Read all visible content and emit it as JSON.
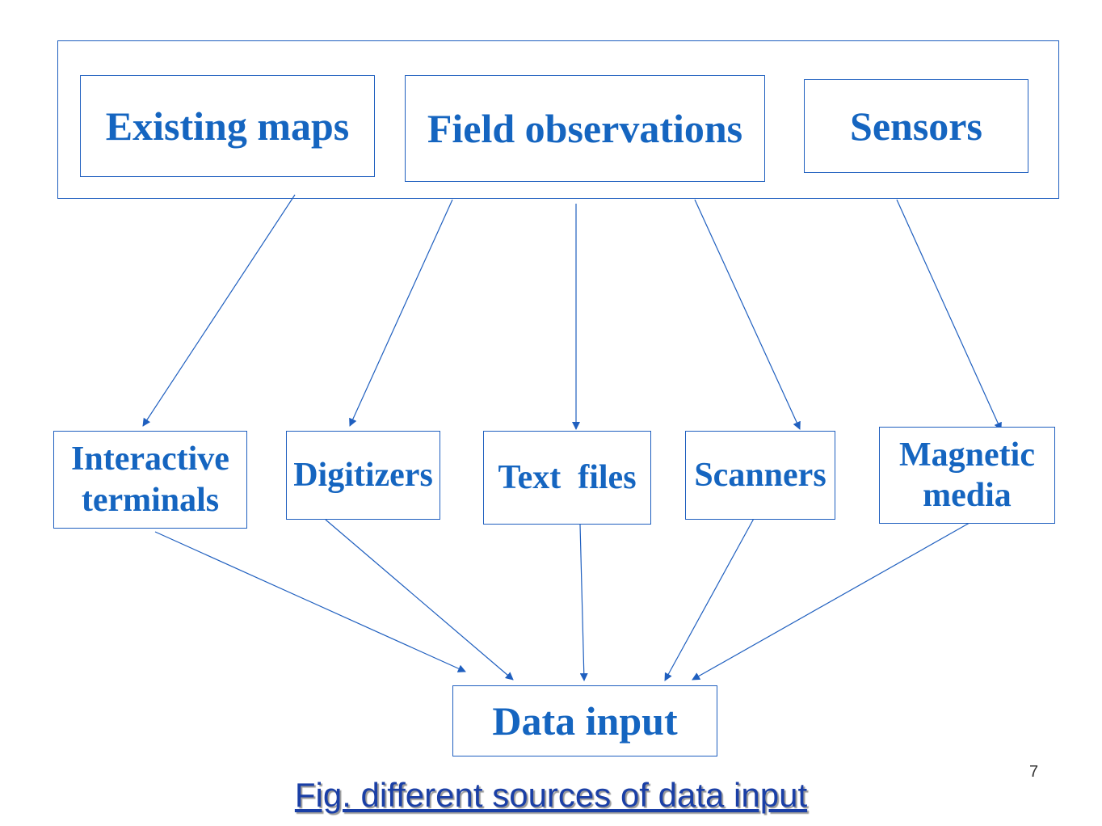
{
  "diagram": {
    "sources": {
      "existing_maps": "Existing maps",
      "field_observations": "Field observations",
      "sensors": "Sensors"
    },
    "devices": {
      "interactive_terminals": [
        "Interactive",
        "terminals"
      ],
      "digitizers": "Digitizers",
      "text_files": "Text  files",
      "scanners": "Scanners",
      "magnetic_media": [
        "Magnetic",
        "media"
      ]
    },
    "output": "Data input"
  },
  "caption": "Fig. different sources of data input",
  "page_number": "7",
  "colors": {
    "box_text": "#1565c0",
    "line": "#1f5fbf",
    "caption": "#1a3fa6"
  }
}
